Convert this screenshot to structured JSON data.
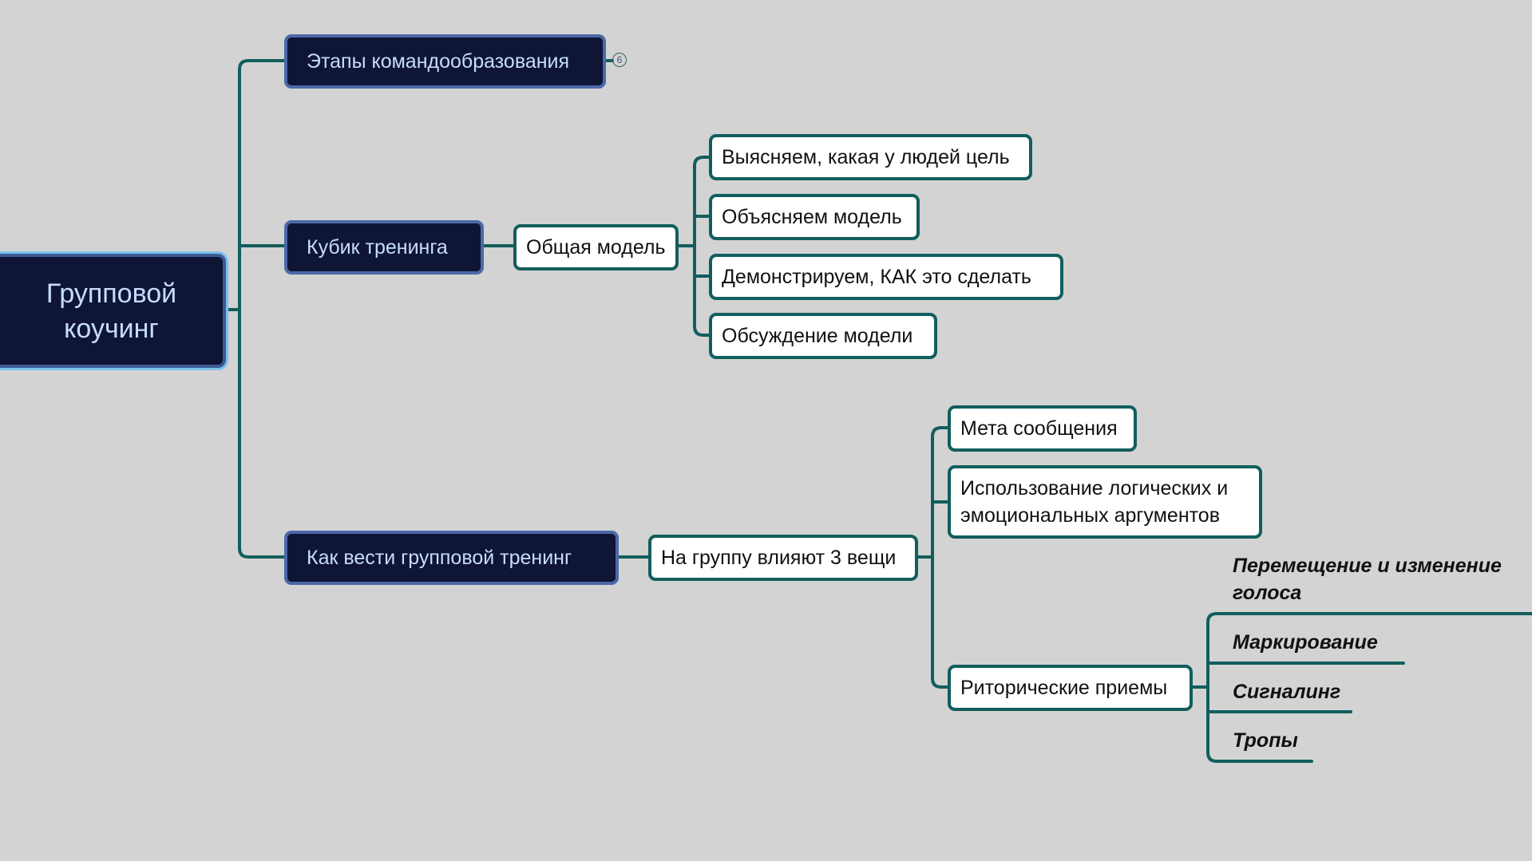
{
  "root": {
    "label": "Групповой коучинг"
  },
  "branches": {
    "stages": {
      "label": "Этапы командообразования",
      "collapsed_count": "6"
    },
    "cube": {
      "label": "Кубик тренинга",
      "model": {
        "label": "Общая модель",
        "items": [
          "Выясняем, какая у людей цель",
          "Объясняем модель",
          "Демонстрируем, КАК это сделать",
          "Обсуждение модели"
        ]
      }
    },
    "howto": {
      "label": "Как вести групповой тренинг",
      "factors": {
        "label": "На группу влияют 3 вещи",
        "items": [
          "Мета сообщения",
          "Использование логических и эмоциональных аргументов",
          "Риторические приемы"
        ],
        "rhetoric_items": [
          "Перемещение и изменение голоса",
          "Маркирование",
          "Сигналинг",
          "Тропы"
        ]
      }
    }
  },
  "colors": {
    "background": "#d3d3d3",
    "dark_node": "#0f1535",
    "dark_node_text": "#c7dcff",
    "connector": "#125e5d"
  }
}
